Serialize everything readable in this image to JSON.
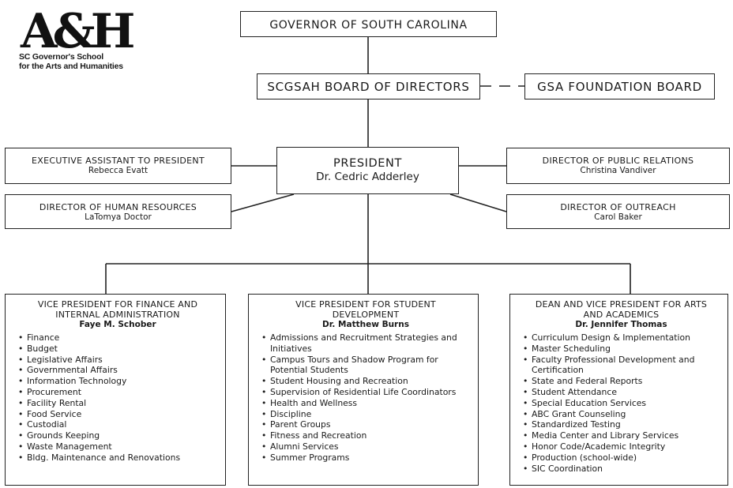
{
  "logo": {
    "mark": "A&H",
    "line1": "SC Governor's School",
    "line2": "for the Arts and Humanities"
  },
  "governor": "GOVERNOR OF SOUTH CAROLINA",
  "board": "SCGSAH BOARD OF DIRECTORS",
  "foundation": "GSA FOUNDATION BOARD",
  "president": {
    "title": "PRESIDENT",
    "name": "Dr. Cedric Adderley"
  },
  "exec_assistant": {
    "title": "EXECUTIVE ASSISTANT TO PRESIDENT",
    "name": "Rebecca Evatt"
  },
  "hr_director": {
    "title": "DIRECTOR OF HUMAN RESOURCES",
    "name": "LaTomya Doctor"
  },
  "pr_director": {
    "title": "DIRECTOR OF PUBLIC RELATIONS",
    "name": "Christina Vandiver"
  },
  "outreach_director": {
    "title": "DIRECTOR OF OUTREACH",
    "name": "Carol Baker"
  },
  "vp_finance": {
    "title_line1": "VICE PRESIDENT FOR FINANCE AND",
    "title_line2": "INTERNAL ADMINISTRATION",
    "name": "Faye M. Schober",
    "duties": [
      "Finance",
      "Budget",
      "Legislative Affairs",
      "Governmental Affairs",
      "Information Technology",
      "Procurement",
      "Facility Rental",
      "Food Service",
      "Custodial",
      "Grounds Keeping",
      "Waste Management",
      "Bldg. Maintenance and Renovations"
    ]
  },
  "vp_student": {
    "title_line1": "VICE PRESIDENT FOR STUDENT",
    "title_line2": "DEVELOPMENT",
    "name": "Dr. Matthew Burns",
    "duties": [
      "Admissions and Recruitment Strategies and Initiatives",
      "Campus Tours and Shadow Program for Potential Students",
      "Student Housing and Recreation",
      "Supervision of Residential Life Coordinators",
      "Health and Wellness",
      "Discipline",
      "Parent Groups",
      "Fitness and Recreation",
      "Alumni Services",
      "Summer Programs"
    ]
  },
  "vp_academics": {
    "title_line1": "DEAN AND VICE PRESIDENT FOR ARTS",
    "title_line2": "AND ACADEMICS",
    "name": "Dr. Jennifer Thomas",
    "duties": [
      "Curriculum Design & Implementation",
      "Master Scheduling",
      "Faculty Professional Development and Certification",
      "State and Federal Reports",
      "Student Attendance",
      "Special Education Services",
      "ABC Grant Counseling",
      "Standardized Testing",
      " Media Center and Library Services",
      "Honor Code/Academic Integrity",
      "Production (school-wide)",
      "SIC Coordination"
    ]
  }
}
